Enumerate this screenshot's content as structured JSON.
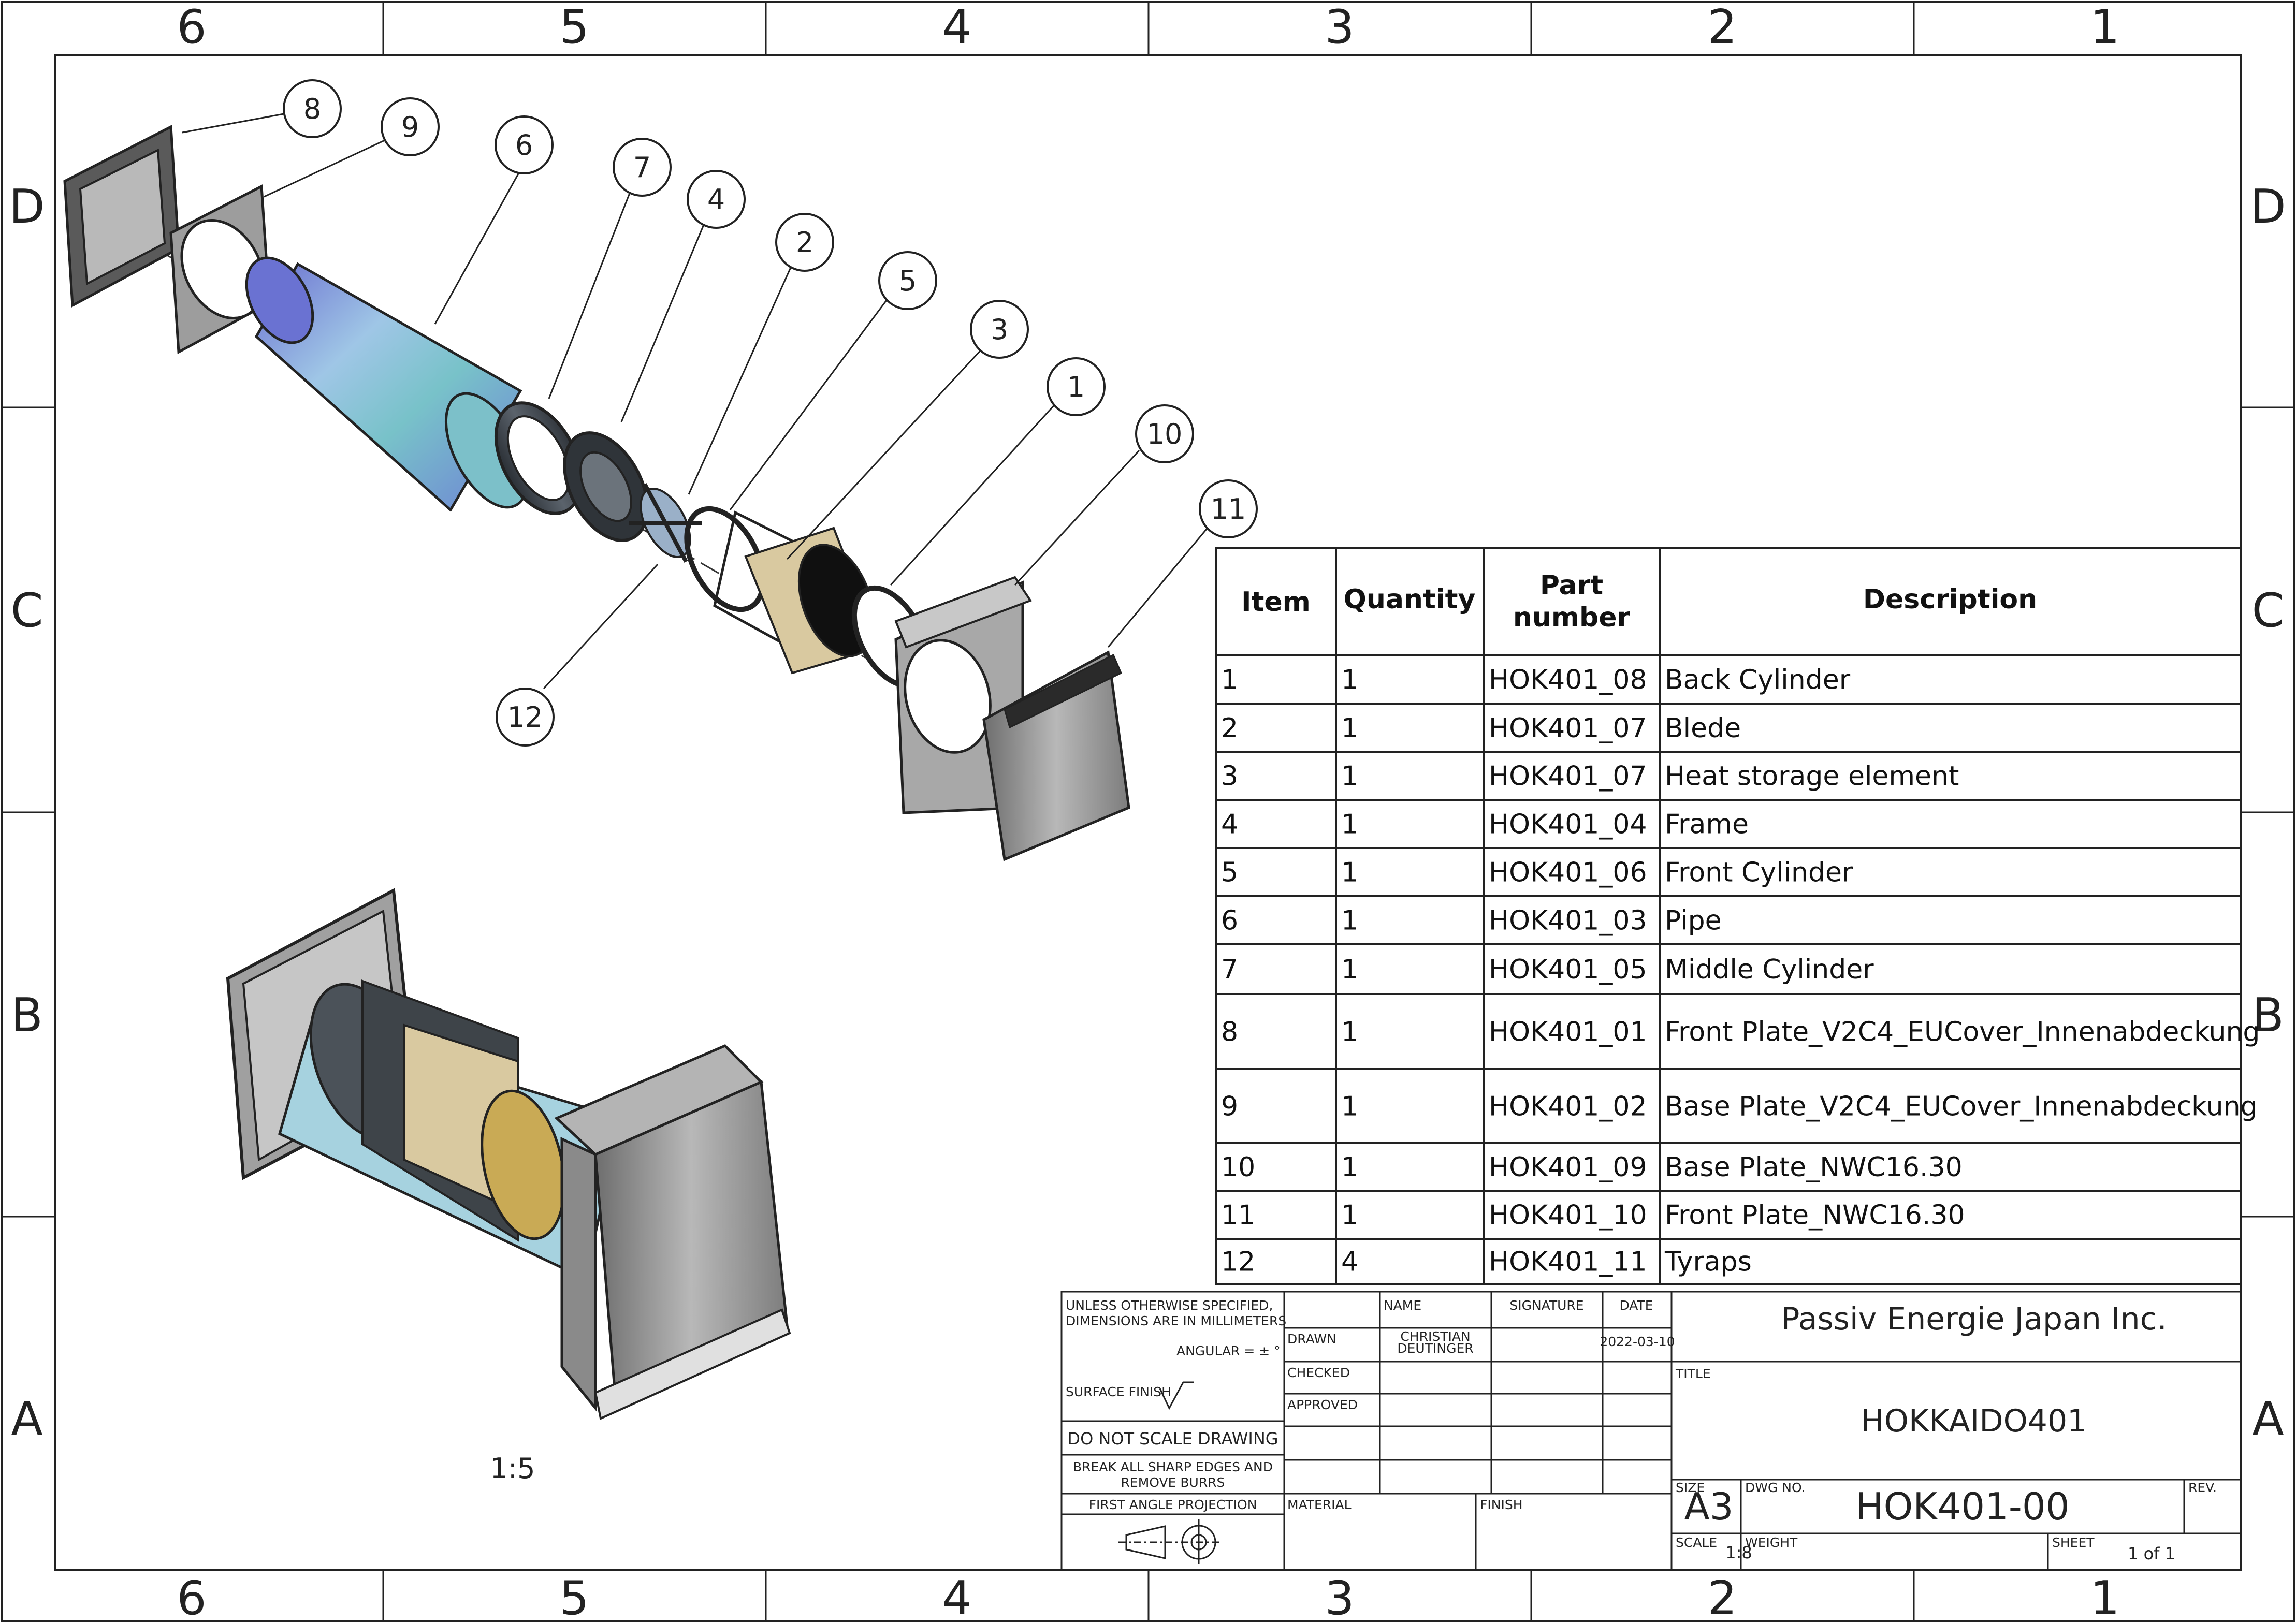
{
  "zones": {
    "columns": [
      "6",
      "5",
      "4",
      "3",
      "2",
      "1"
    ],
    "rows": [
      "D",
      "C",
      "B",
      "A"
    ]
  },
  "balloons": [
    "8",
    "9",
    "6",
    "7",
    "4",
    "2",
    "5",
    "3",
    "1",
    "10",
    "11",
    "12"
  ],
  "view_scale": "1:5",
  "bom": {
    "headers": {
      "item": "Item",
      "quantity": "Quantity",
      "part_line1": "Part",
      "part_line2": "number",
      "description": "Description"
    },
    "rows": [
      {
        "item": "1",
        "qty": "1",
        "part": "HOK401_08",
        "desc": "Back Cylinder"
      },
      {
        "item": "2",
        "qty": "1",
        "part": "HOK401_07",
        "desc": "Blede"
      },
      {
        "item": "3",
        "qty": "1",
        "part": "HOK401_07",
        "desc": "Heat storage element"
      },
      {
        "item": "4",
        "qty": "1",
        "part": "HOK401_04",
        "desc": "Frame"
      },
      {
        "item": "5",
        "qty": "1",
        "part": "HOK401_06",
        "desc": "Front Cylinder"
      },
      {
        "item": "6",
        "qty": "1",
        "part": "HOK401_03",
        "desc": "Pipe"
      },
      {
        "item": "7",
        "qty": "1",
        "part": "HOK401_05",
        "desc": "Middle Cylinder"
      },
      {
        "item": "8",
        "qty": "1",
        "part": "HOK401_01",
        "desc": "Front Plate_V2C4_EUCover_Innenabdeckung"
      },
      {
        "item": "9",
        "qty": "1",
        "part": "HOK401_02",
        "desc": "Base Plate_V2C4_EUCover_Innenabdeckung"
      },
      {
        "item": "10",
        "qty": "1",
        "part": "HOK401_09",
        "desc": "Base Plate_NWC16.30"
      },
      {
        "item": "11",
        "qty": "1",
        "part": "HOK401_10",
        "desc": "Front Plate_NWC16.30"
      },
      {
        "item": "12",
        "qty": "4",
        "part": "HOK401_11",
        "desc": "Tyraps"
      }
    ]
  },
  "title_block": {
    "unless_line1": "UNLESS OTHERWISE SPECIFIED,",
    "unless_line2": "DIMENSIONS ARE IN MILLIMETERS",
    "angular": "ANGULAR = ± °",
    "surface_finish": "SURFACE FINISH",
    "do_not_scale": "DO NOT SCALE DRAWING",
    "break_edges_line1": "BREAK ALL SHARP EDGES AND",
    "break_edges_line2": "REMOVE BURRS",
    "projection": "FIRST ANGLE PROJECTION",
    "col_name": "NAME",
    "col_signature": "SIGNATURE",
    "col_date": "DATE",
    "drawn": "DRAWN",
    "checked": "CHECKED",
    "approved": "APPROVED",
    "drawn_name_line1": "CHRISTIAN",
    "drawn_name_line2": "DEUTINGER",
    "drawn_date": "2022-03-10",
    "material": "MATERIAL",
    "finish": "FINISH",
    "company": "Passiv Energie Japan Inc.",
    "title_label": "TITLE",
    "title": "HOKKAIDO401",
    "size_label": "SIZE",
    "size": "A3",
    "dwg_label": "DWG NO.",
    "dwg_no": "HOK401-00",
    "rev_label": "REV.",
    "scale_label": "SCALE",
    "scale": "1:8",
    "weight_label": "WEIGHT",
    "sheet_label": "SHEET",
    "sheet": "1 of 1"
  },
  "colors": {
    "line": "#222222",
    "pipe": "#7fa6d8",
    "heat_element": "#d9c9a0",
    "metal": "#9a9a9a"
  }
}
